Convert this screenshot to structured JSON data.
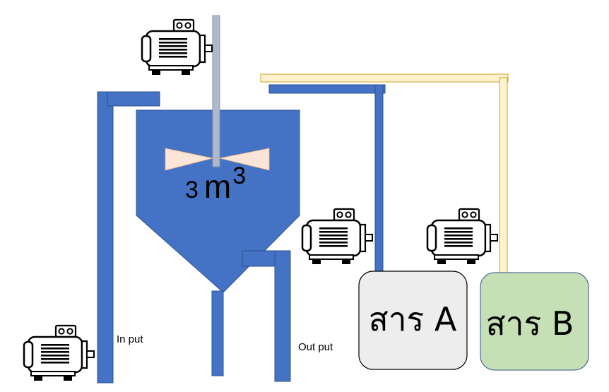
{
  "labels": {
    "volume_number": "3",
    "volume_unit": "m",
    "volume_exponent": "3",
    "input": "In put",
    "output": "Out put",
    "tank_a": "สาร A",
    "tank_b": "สาร B"
  },
  "colors": {
    "pipe_blue": "#4472c4",
    "pipe_cream": "#fff2cc",
    "tank_a_fill": "#ededed",
    "tank_b_fill": "#c5e0b4",
    "shaft": "#adb9ca",
    "impeller": "#fbe5d6",
    "motor_outline": "#000000"
  },
  "icons": [
    "motor-icon",
    "motor-icon",
    "motor-icon",
    "motor-icon"
  ]
}
